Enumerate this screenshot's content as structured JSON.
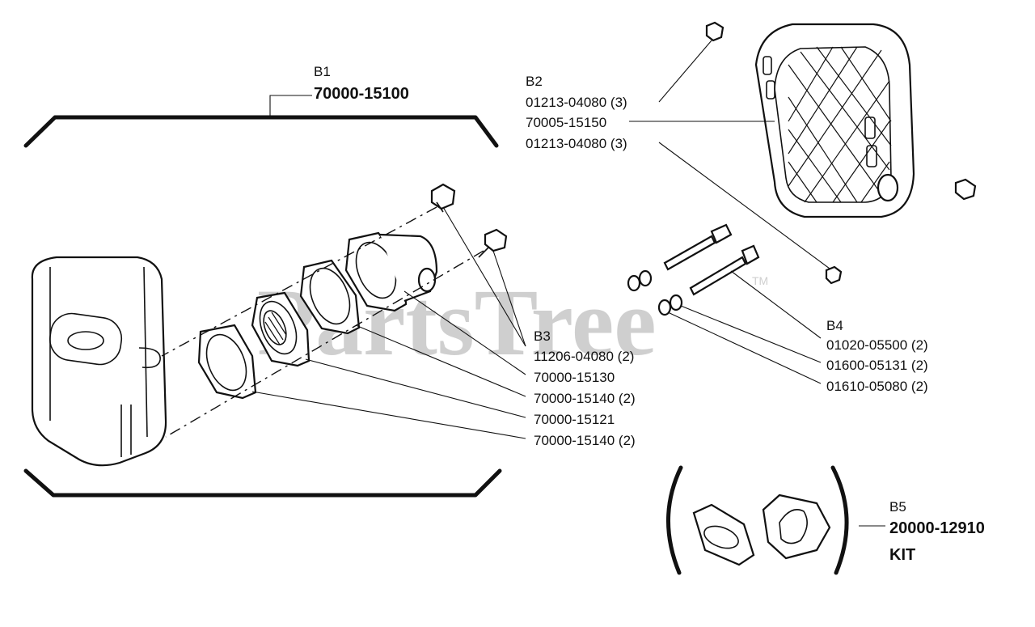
{
  "watermark": {
    "text": "PartsTree",
    "tm": "TM"
  },
  "groups": {
    "b1": {
      "ref": "B1",
      "part": "70000-15100"
    },
    "b2": {
      "ref": "B2",
      "parts": [
        "01213-04080 (3)",
        "70005-15150",
        "01213-04080 (3)"
      ]
    },
    "b3": {
      "ref": "B3",
      "parts": [
        "11206-04080 (2)",
        "70000-15130",
        "70000-15140 (2)",
        "70000-15121",
        "70000-15140 (2)"
      ]
    },
    "b4": {
      "ref": "B4",
      "parts": [
        "01020-05500 (2)",
        "01600-05131 (2)",
        "01610-05080 (2)"
      ]
    },
    "b5": {
      "ref": "B5",
      "part": "20000-12910",
      "suffix": "KIT"
    }
  }
}
